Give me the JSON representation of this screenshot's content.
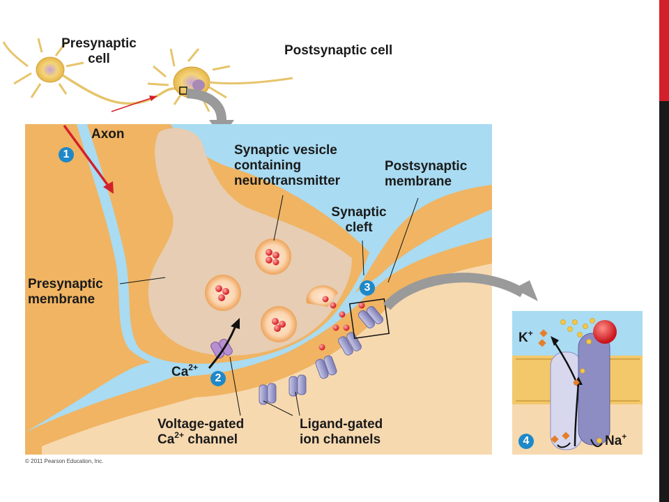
{
  "labels": {
    "presynaptic_cell_1": "Presynaptic",
    "presynaptic_cell_2": "cell",
    "postsynaptic_cell": "Postsynaptic cell",
    "axon": "Axon",
    "vesicle_1": "Synaptic vesicle",
    "vesicle_2": "containing",
    "vesicle_3": "neurotransmitter",
    "postsyn_membrane_1": "Postsynaptic",
    "postsyn_membrane_2": "membrane",
    "cleft_1": "Synaptic",
    "cleft_2": "cleft",
    "presyn_membrane_1": "Presynaptic",
    "presyn_membrane_2": "membrane",
    "ca": "Ca",
    "ca_sup": "2+",
    "vg_1": "Voltage-gated",
    "vg_2_a": "Ca",
    "vg_2_sup": "2+",
    "vg_2_b": " channel",
    "lg_1": "Ligand-gated",
    "lg_2": "ion channels",
    "k": "K",
    "k_sup": "+",
    "na": "Na",
    "na_sup": "+"
  },
  "steps": [
    "1",
    "2",
    "3",
    "4"
  ],
  "copyright": "© 2011 Pearson Education, Inc.",
  "colors": {
    "background_fluid": "#a9dbf2",
    "membrane": "#f0b463",
    "cytoplasm": "#f7d9b0",
    "channel": "#8d8dc4",
    "step_badge": "#1e88c8",
    "arrow_red": "#d3202a",
    "accent_bar": "#d3202a"
  }
}
